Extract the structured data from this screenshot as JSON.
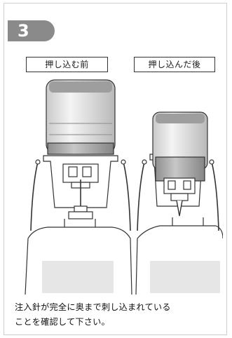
{
  "step": {
    "number": "3"
  },
  "labels": {
    "before": "押し込む前",
    "after": "押し込んだ後"
  },
  "instruction": {
    "line1": "注入針が完全に奥まで刺し込まれている",
    "line2": "ことを確認して下さい。"
  },
  "colors": {
    "badge": "#8a8a8a",
    "ink": "#333333",
    "gray_fill": "#a7a7a7",
    "light_fill": "#dedede"
  }
}
